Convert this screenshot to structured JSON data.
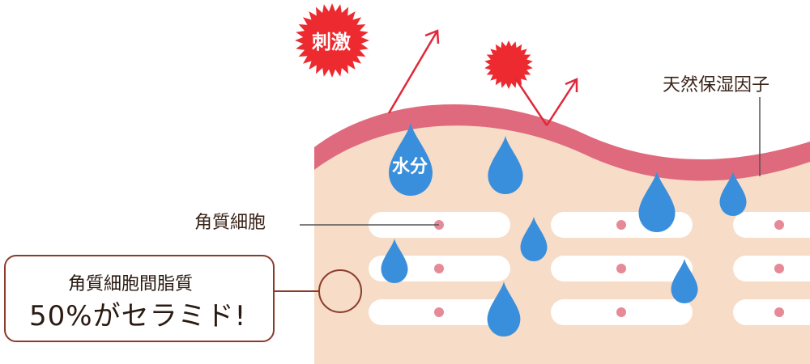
{
  "labels": {
    "stimulus": "刺激",
    "nmf": "天然保湿因子",
    "water": "水分",
    "corneocyte": "角質細胞",
    "callout_line1": "角質細胞間脂質",
    "callout_line2": "50%がセラミド!"
  },
  "colors": {
    "stimulus": "#ec2a2f",
    "skin_layer": "#f7dcc7",
    "barrier": "#e06a7d",
    "water_drop": "#3a8fdc",
    "cell_nucleus": "#e58a96",
    "callout_border": "#8a3c2c",
    "arrow": "#e0283a"
  },
  "icons": [
    "stimulus-burst-icon",
    "water-drop-icon",
    "arrow-icon"
  ]
}
